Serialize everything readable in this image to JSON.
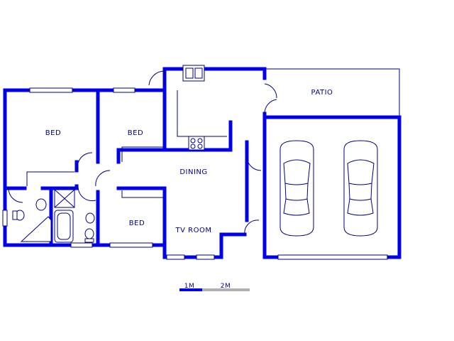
{
  "rooms": {
    "bed1": "BED",
    "bed2": "BED",
    "bed3": "BED",
    "dining": "DINING",
    "tv_room": "TV ROOM",
    "patio": "PATIO"
  },
  "scale": {
    "label_1": "1M",
    "label_2": "2M"
  },
  "colors": {
    "wall": "#0000ee",
    "line": "#000080",
    "scale_light": "#b0b0b0"
  }
}
